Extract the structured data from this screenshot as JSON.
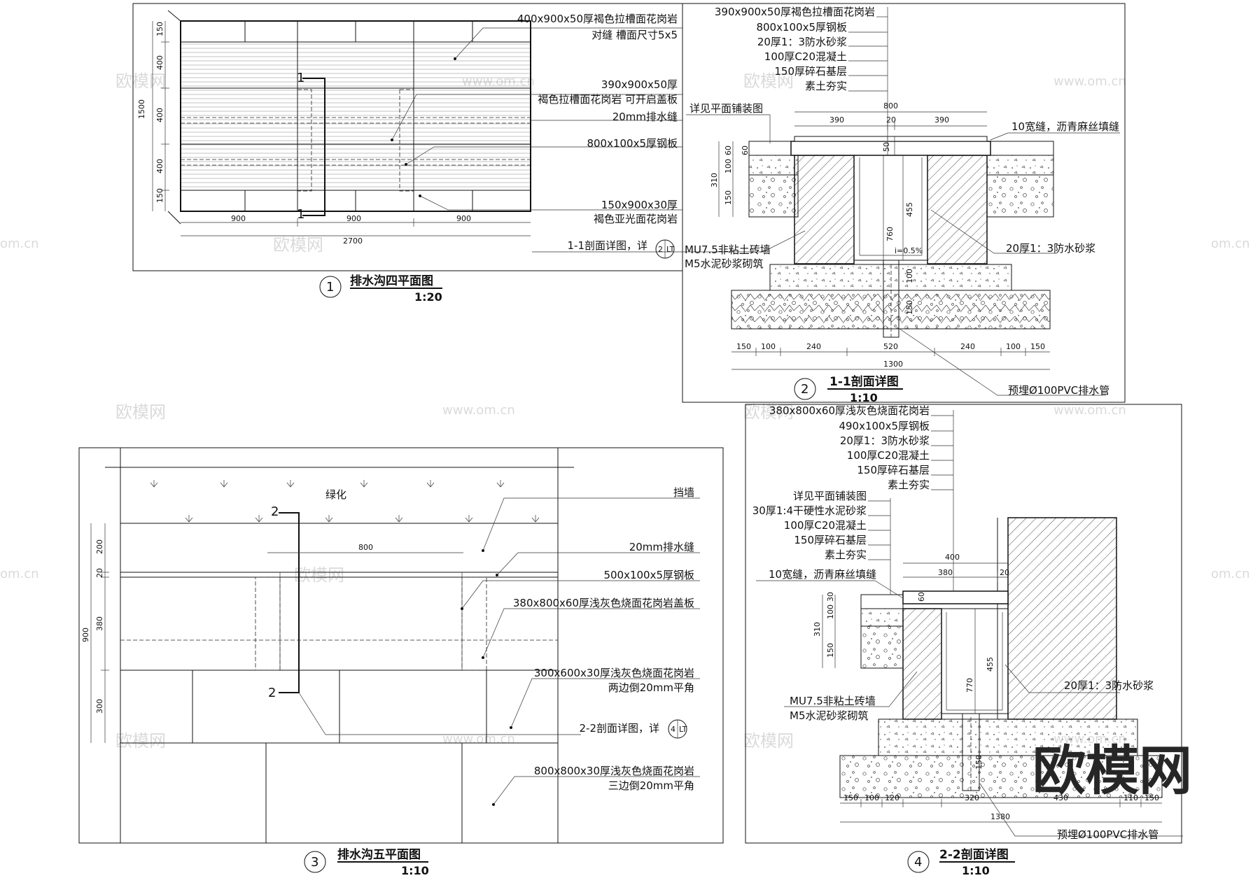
{
  "watermark": {
    "site": "欧模网",
    "url": "www.om.cn",
    "url_partial": "om.cn",
    "brand": "欧模网"
  },
  "panel1": {
    "number": "1",
    "title": "排水沟四平面图",
    "scale": "1:20",
    "labels": [
      "400x900x50厚褐色拉槽面花岗岩",
      "对缝 槽面尺寸5x5",
      "390x900x50厚",
      "褐色拉槽面花岗岩 可开启盖板",
      "20mm排水缝",
      "800x100x5厚钢板",
      "150x900x30厚",
      "褐色亚光面花岗岩"
    ],
    "section_ref": "1-1剖面详图，详",
    "ref_num": "2",
    "ref_sheet": "LT",
    "cut_mark": "1",
    "dims_h": [
      "900",
      "900",
      "900"
    ],
    "dim_total": "2700",
    "dims_v": [
      "150",
      "400",
      "400",
      "400",
      "150"
    ],
    "dim_v_total": "1500"
  },
  "panel2": {
    "number": "2",
    "title": "1-1剖面详图",
    "scale": "1:10",
    "labels_top": [
      "390x900x50厚褐色拉槽面花岗岩",
      "800x100x5厚钢板",
      "20厚1：3防水砂浆",
      "100厚C20混凝土",
      "150厚碎石基层",
      "素土夯实"
    ],
    "label_plan": "详见平面铺装图",
    "label_gap": "10宽缝，沥青麻丝填缝",
    "label_wall": [
      "MU7.5非粘土砖墙",
      "M5水泥砂浆砌筑"
    ],
    "label_mortar": "20厚1：3防水砂浆",
    "label_pipe": "预埋Ø100PVC排水管",
    "slope": "i=0.5%",
    "dims_top": [
      "800",
      "390",
      "20",
      "390"
    ],
    "dims_left": [
      "310",
      "100",
      "60",
      "150"
    ],
    "dims_mid": [
      "455",
      "760",
      "100",
      "150"
    ],
    "dim_50": "50",
    "dims_bottom": [
      "150",
      "100",
      "240",
      "520",
      "240",
      "100",
      "150"
    ],
    "dim_bottom_total": "1300"
  },
  "panel3": {
    "number": "3",
    "title": "排水沟五平面图",
    "scale": "1:10",
    "label_green": "绿化",
    "labels": [
      "挡墙",
      "20mm排水缝",
      "500x100x5厚钢板",
      "380x800x60厚浅灰色烧面花岗岩盖板",
      "300x600x30厚浅灰色烧面花岗岩",
      "两边倒20mm平角",
      "800x800x30厚浅灰色烧面花岗岩",
      "三边倒20mm平角"
    ],
    "section_ref": "2-2剖面详图，详",
    "ref_num": "4",
    "ref_sheet": "LT",
    "cut_mark": "2",
    "dim_top": "800",
    "dims_v": [
      "200",
      "20",
      "380",
      "300"
    ],
    "dim_v_total": "900"
  },
  "panel4": {
    "number": "4",
    "title": "2-2剖面详图",
    "scale": "1:10",
    "labels_top": [
      "380x800x60厚浅灰色烧面花岗岩",
      "490x100x5厚钢板",
      "20厚1：3防水砂浆",
      "100厚C20混凝土",
      "150厚碎石基层",
      "素土夯实"
    ],
    "labels_left": [
      "详见平面铺装图",
      "30厚1:4干硬性水泥砂浆",
      "100厚C20混凝土",
      "150厚碎石基层",
      "素土夯实",
      "10宽缝，沥青麻丝填缝"
    ],
    "label_wall": [
      "MU7.5非粘土砖墙",
      "M5水泥砂浆砌筑"
    ],
    "label_mortar": "20厚1：3防水砂浆",
    "label_pipe": "预埋Ø100PVC排水管",
    "dims_top": [
      "400",
      "380",
      "20"
    ],
    "dims_left": [
      "310",
      "100",
      "30",
      "60",
      "150"
    ],
    "dims_mid": [
      "455",
      "770",
      "150"
    ],
    "dims_bottom": [
      "150",
      "100",
      "120",
      "320",
      "430",
      "110",
      "150"
    ],
    "dim_bottom_total": "1380"
  }
}
